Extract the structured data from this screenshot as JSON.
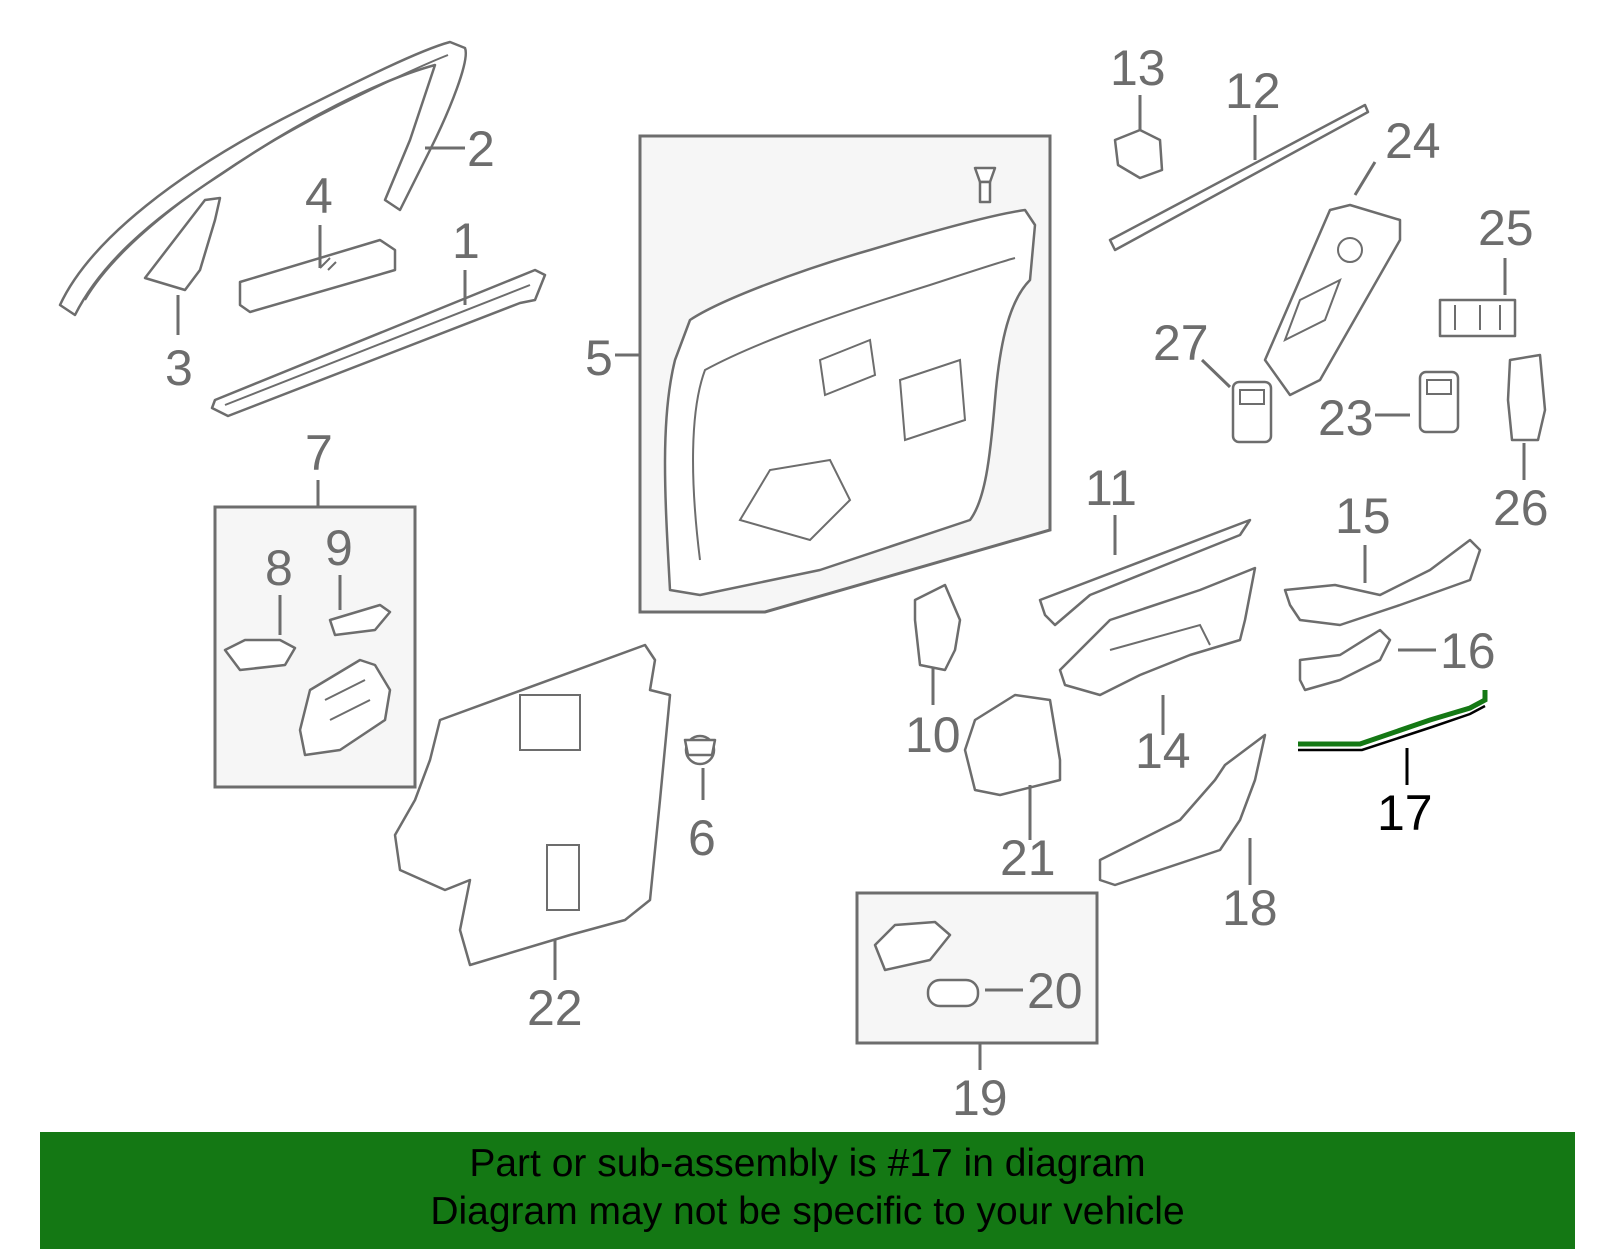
{
  "diagram": {
    "highlight_color": "#147814",
    "line_color": "#6d6d6d",
    "callouts": [
      "1",
      "2",
      "3",
      "4",
      "5",
      "6",
      "7",
      "8",
      "9",
      "10",
      "11",
      "12",
      "13",
      "14",
      "15",
      "16",
      "17",
      "18",
      "19",
      "20",
      "21",
      "22",
      "23",
      "24",
      "25",
      "26",
      "27"
    ],
    "highlighted_part": "17"
  },
  "banner": {
    "line1": "Part or sub-assembly is #17 in diagram",
    "line2": "Diagram may not be specific to your vehicle"
  }
}
